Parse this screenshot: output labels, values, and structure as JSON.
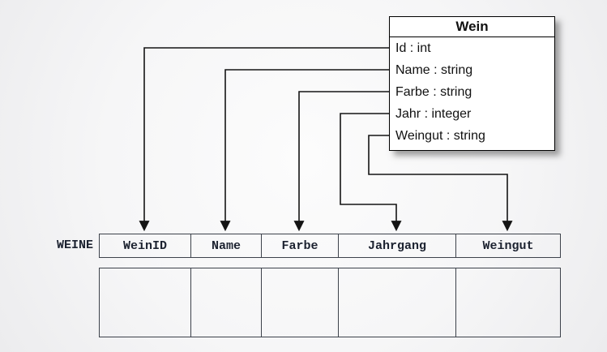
{
  "class_box": {
    "title": "Wein",
    "attributes": [
      "Id : int",
      "Name : string",
      "Farbe : string",
      "Jahr : integer",
      "Weingut : string"
    ]
  },
  "table": {
    "name": "WEINE",
    "columns": [
      "WeinID",
      "Name",
      "Farbe",
      "Jahrgang",
      "Weingut"
    ]
  },
  "mappings": [
    {
      "attribute": "Id",
      "column": "WeinID"
    },
    {
      "attribute": "Name",
      "column": "Name"
    },
    {
      "attribute": "Farbe",
      "column": "Farbe"
    },
    {
      "attribute": "Jahr",
      "column": "Jahrgang"
    },
    {
      "attribute": "Weingut",
      "column": "Weingut"
    }
  ],
  "colors": {
    "line": "#141414",
    "table_border": "#3d424b",
    "text": "#1c2230",
    "box_border": "#000000",
    "box_bg": "#ffffff"
  }
}
